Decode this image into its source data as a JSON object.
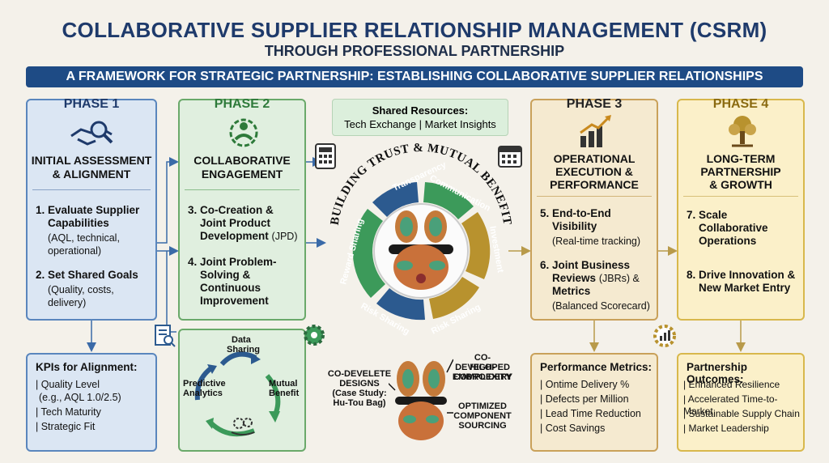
{
  "header": {
    "title": "COLLABORATIVE SUPPLIER RELATIONSHIP MANAGEMENT (CSRM)",
    "subtitle": "THROUGH PROFESSIONAL PARTNERSHIP",
    "banner": "A FRAMEWORK FOR STRATEGIC PARTNERSHIP: ESTABLISHING COLLABORATIVE SUPPLIER RELATIONSHIPS"
  },
  "phase1": {
    "label": "PHASE 1",
    "title_1": "INITIAL ASSESSMENT",
    "title_2": "& ALIGNMENT",
    "item1_title": "1. Evaluate Supplier",
    "item1_title2": "Capabilities",
    "item1_sub": "(AQL, technical,",
    "item1_sub2": "operational)",
    "item2_title": "2. Set Shared Goals",
    "item2_sub": "(Quality, costs,",
    "item2_sub2": "delivery)"
  },
  "phase2": {
    "label": "PHASE 2",
    "title_1": "COLLABORATIVE",
    "title_2": "ENGAGEMENT",
    "item3_line1": "3. Co-Creation &",
    "item3_line2": "Joint Product",
    "item3_line3": "Development",
    "item3_sub": "(JPD)",
    "item4_line1": "4. Joint Problem-",
    "item4_line2": "Solving &",
    "item4_line3": "Continuous",
    "item4_line4": "Improvement"
  },
  "phase3": {
    "label": "PHASE 3",
    "title_1": "OPERATIONAL",
    "title_2": "EXECUTION &",
    "title_3": "PERFORMANCE",
    "item5_line1": "5. End-to-End",
    "item5_line2": "Visibility",
    "item5_sub": "(Real-time tracking)",
    "item6_line1": "6. Joint Business",
    "item6_line2": "Reviews",
    "item6_line2b": "(JBRs) &",
    "item6_line3": "Metrics",
    "item6_sub": "(Balanced Scorecard)"
  },
  "phase4": {
    "label": "PHASE 4",
    "title_1": "LONG-TERM",
    "title_2": "PARTNERSHIP",
    "title_3": "& GROWTH",
    "item7_line1": "7. Scale",
    "item7_line2": "Collaborative",
    "item7_line3": "Operations",
    "item8_line1": "8. Drive Innovation &",
    "item8_line2": "New Market Entry"
  },
  "kpi": {
    "heading": "KPIs for Alignment:",
    "items": [
      "| Quality Level",
      "(e.g., AQL 1.0/2.5)",
      "| Tech Maturity",
      "| Strategic Fit"
    ]
  },
  "perf": {
    "heading": "Performance Metrics:",
    "items": [
      "| Ontime Delivery %",
      "| Defects per Million",
      "| Lead Time Reduction",
      "| Cost Savings"
    ]
  },
  "outcomes": {
    "heading": "Partnership Outcomes:",
    "items": [
      "| Enhanced Resilience",
      "| Accelerated Time-to-Market",
      "| Sustainable Supply Chain",
      "| Market Leadership"
    ]
  },
  "cycle": {
    "data_sharing_1": "Data",
    "data_sharing_2": "Sharing",
    "mutual_1": "Mutual",
    "mutual_2": "Benefit",
    "predictive_1": "Predictive",
    "predictive_2": "Analytics"
  },
  "resources": {
    "heading": "Shared Resources:",
    "line": "Tech Exchange  | Market Insights"
  },
  "center": {
    "arc_title": "BUILDING TRUST & MUTUAL BENEFIT",
    "segments": [
      "Transparency",
      "Communication",
      "Investment",
      "Risk Sharing",
      "Risk Sharing",
      "Reward Sharing"
    ]
  },
  "case": {
    "left_1": "CO-DEVELETE",
    "left_2": "DESIGNS",
    "left_3": "(Case Study:",
    "left_4": "Hu-Tou Bag)",
    "top_1": "CO-DEVELOPED",
    "top_2": "HIGH-COMPLEXITY",
    "top_3": "EMBROIDERY",
    "right_1": "OPTIMIZED",
    "right_2": "COMPONENT",
    "right_3": "SOURCING"
  },
  "colors": {
    "navy": "#1e4b85",
    "blue_panel": "#dbe6f3",
    "green_panel": "#e0efdf",
    "tan_panel": "#f5ead0",
    "yellow_panel": "#fbf0c9",
    "ring_blue": "#2c5a8f",
    "ring_green": "#3c9a5a",
    "ring_gold": "#b8922e"
  },
  "icons": [
    "handshake-magnifier-icon",
    "gears-people-icon",
    "calculator-icon",
    "calendar-icon",
    "bar-chart-arrow-icon",
    "tree-icon",
    "document-search-icon",
    "gear-icon",
    "gear-chart-icon",
    "hands-gears-icon"
  ]
}
